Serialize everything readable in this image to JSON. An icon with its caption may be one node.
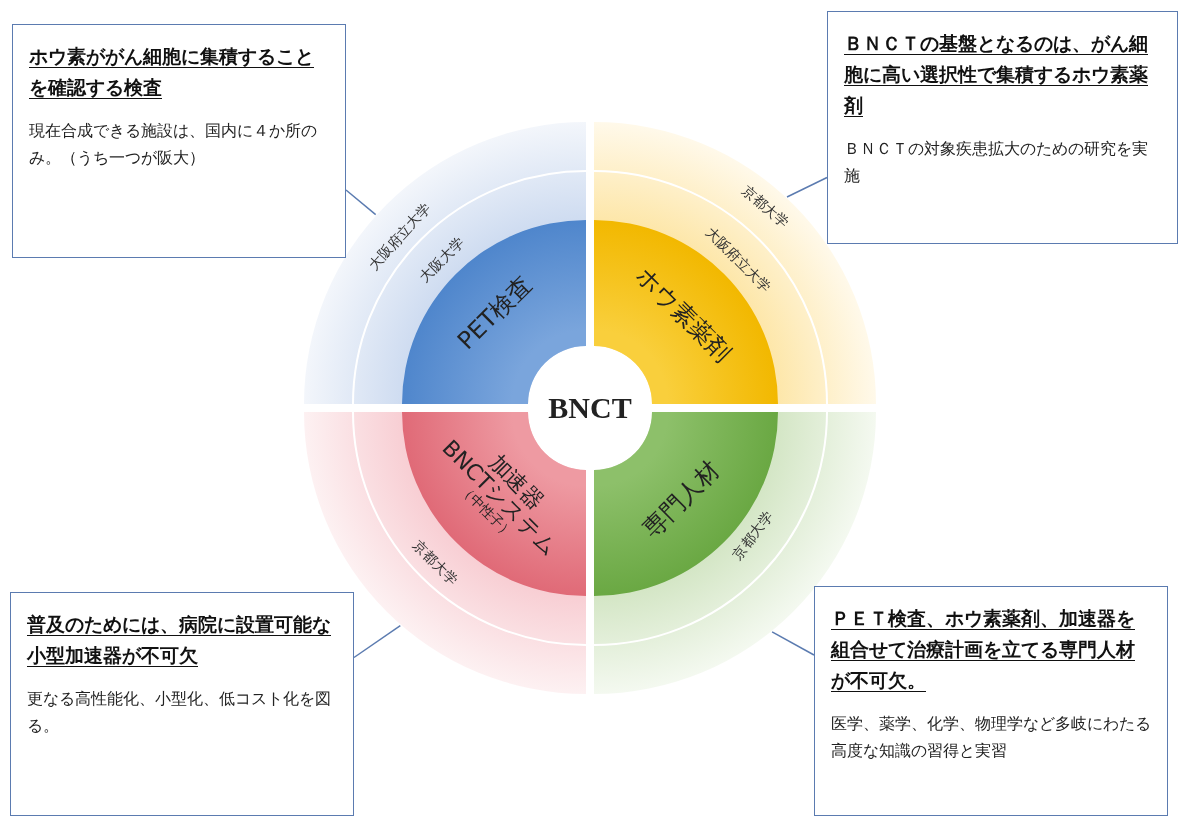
{
  "diagram": {
    "nodes": [
      {
        "text": [
          "ホウ素ががん細胞に集積することを確認する検査",
          "現在合成できる施設は、国内に４か所のみ。（うち一つが阪大）"
        ]
      },
      {
        "text": [
          "ＢＮＣＴの基盤となるのは、がん細胞に高い選択性で集積するホウ素薬剤",
          "ＢＮＣＴの対象疾患拡大のための研究を実施"
        ]
      },
      {
        "text": [
          "大阪府立大学",
          "大阪大学"
        ]
      },
      {
        "text": [
          "PET検査"
        ],
        "in": 2
      },
      {
        "text": [
          "京都大学",
          "大阪府立大学"
        ]
      },
      {
        "text": [
          "ホウ素薬剤"
        ],
        "in": 4
      },
      {
        "text": [
          "京都大学"
        ]
      },
      {
        "text": [
          "加速器",
          "BNCTシステム",
          "（中性子）"
        ],
        "in": 6
      },
      {
        "text": [
          "京都大学"
        ]
      },
      {
        "text": [
          "専門人材"
        ],
        "in": 8
      },
      {
        "text": [
          "普及のためには、病院に設置可能な小型加速器が不可欠",
          "更なる高性能化、小型化、低コスト化を図る。"
        ]
      },
      {
        "text": [
          "ＰＥＴ検査、ホウ素薬剤、加速器を組合せて治療計画を立てる専門人材が不可欠。",
          "医学、薬学、化学、物理学など多岐にわたる高度な知識の習得と実習"
        ]
      }
    ],
    "edges": [
      {
        "from": 0,
        "to": 2,
        "arrow": "none"
      },
      {
        "from": 1,
        "to": 4,
        "arrow": "none"
      },
      {
        "from": 10,
        "to": 6,
        "arrow": "none"
      },
      {
        "from": 11,
        "to": 8,
        "arrow": "none"
      }
    ],
    "labels": [
      "BNCT"
    ]
  }
}
